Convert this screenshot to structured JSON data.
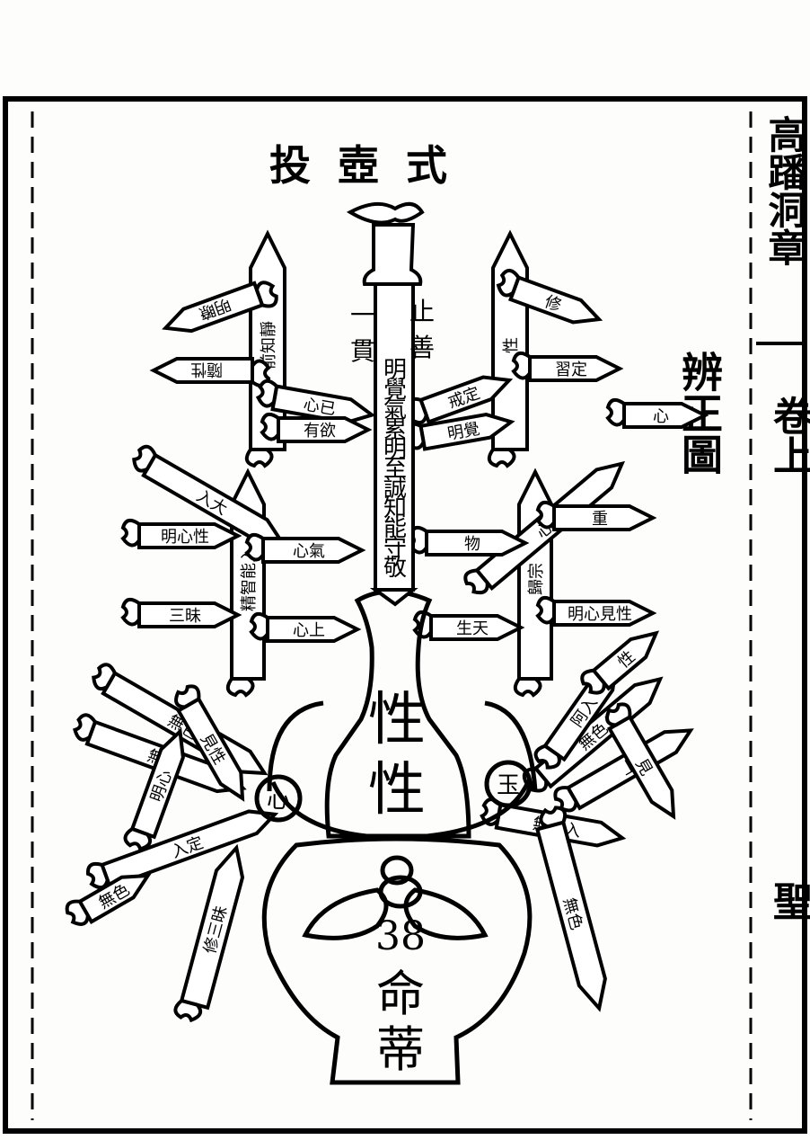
{
  "title": "投壺式",
  "side_title": "辨正圖",
  "margin": {
    "top_chars": "高蹯洞章",
    "mid_chars": "卷上",
    "low_char": "聖"
  },
  "vase": {
    "neck_label": "性",
    "belly_label": "性",
    "base_number": "38",
    "base_label": "命蒂"
  },
  "handles": {
    "left": "心",
    "right": "玉"
  },
  "center_arrow": {
    "label_top": "止善",
    "label_body": "明覺氣累明至誠知能守敬",
    "side_label": "一貫"
  },
  "arrows": [
    {
      "id": "a1",
      "label": "前知靜"
    },
    {
      "id": "a2",
      "label": "明瞭"
    },
    {
      "id": "a3",
      "label": "隨性"
    },
    {
      "id": "a4",
      "label": "心已"
    },
    {
      "id": "a5",
      "label": "有欲"
    },
    {
      "id": "a6",
      "label": "性"
    },
    {
      "id": "a7",
      "label": "修"
    },
    {
      "id": "a8",
      "label": "習定"
    },
    {
      "id": "a9",
      "label": "戒定"
    },
    {
      "id": "a10",
      "label": "明覺"
    },
    {
      "id": "a11",
      "label": "精智能入"
    },
    {
      "id": "a12",
      "label": "入大"
    },
    {
      "id": "a13",
      "label": "明心性"
    },
    {
      "id": "a14",
      "label": "心氣"
    },
    {
      "id": "a15",
      "label": "三昧"
    },
    {
      "id": "a16",
      "label": "心上"
    },
    {
      "id": "a17",
      "label": "歸宗"
    },
    {
      "id": "a18",
      "label": "心流"
    },
    {
      "id": "a19",
      "label": "重"
    },
    {
      "id": "a20",
      "label": "物"
    },
    {
      "id": "a21",
      "label": "明心見性"
    },
    {
      "id": "a22",
      "label": "生天"
    },
    {
      "id": "a23",
      "label": "無色"
    },
    {
      "id": "a24",
      "label": "無心"
    },
    {
      "id": "a25",
      "label": "見性"
    },
    {
      "id": "a26",
      "label": "明心"
    },
    {
      "id": "a27",
      "label": "入定"
    },
    {
      "id": "a28",
      "label": "修三昧"
    },
    {
      "id": "a29",
      "label": "無色入"
    },
    {
      "id": "a30",
      "label": "上"
    },
    {
      "id": "a31",
      "label": "阿入"
    },
    {
      "id": "a32",
      "label": "見"
    },
    {
      "id": "a33",
      "label": "無色入"
    },
    {
      "id": "a34",
      "label": "無色"
    },
    {
      "id": "a35",
      "label": "心"
    },
    {
      "id": "a36",
      "label": "性"
    },
    {
      "id": "a37",
      "label": "無色"
    }
  ]
}
